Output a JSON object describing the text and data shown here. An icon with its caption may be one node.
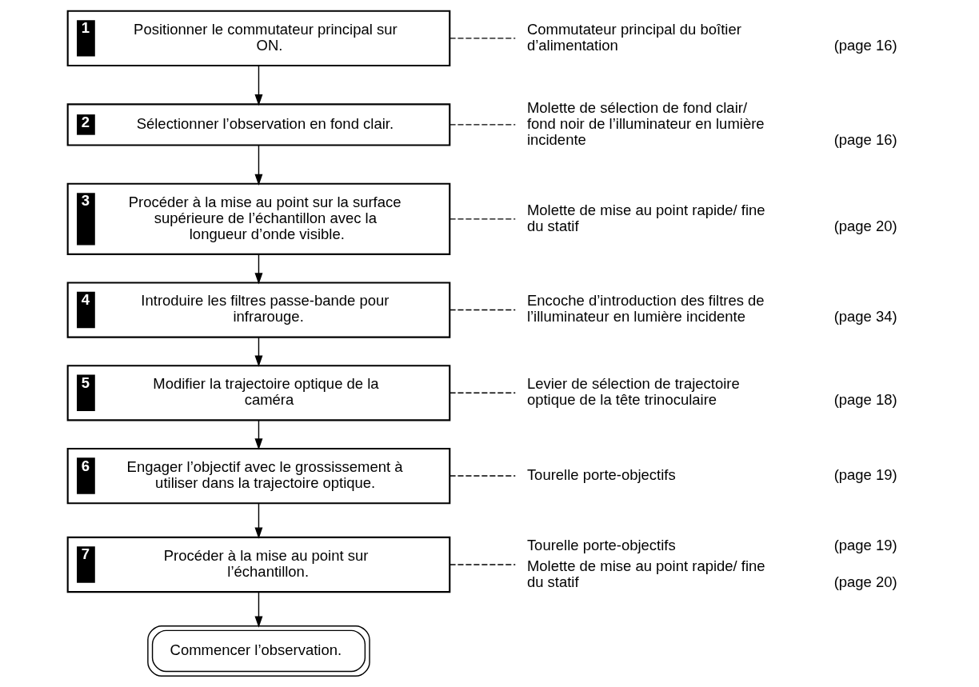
{
  "diagram": {
    "nodes": [
      {
        "text": [
          "1",
          "Positionner le commutateur principal sur ON."
        ]
      },
      {
        "text": [
          "Commutateur principal du boîtier d’alimentation"
        ],
        "beside": [
          "(page 16)"
        ]
      },
      {
        "text": [
          "2",
          "Sélectionner l’observation en fond clair."
        ]
      },
      {
        "text": [
          "Molette de sélection de fond clair/ fond noir de l’illuminateur en lumière incidente"
        ],
        "beside": [
          "(page 16)"
        ]
      },
      {
        "text": [
          "3",
          "Procéder à la mise au point sur la surface supérieure de l’échantillon avec la longueur d’onde visible."
        ]
      },
      {
        "text": [
          "Molette de mise au point rapide/ fine du statif"
        ],
        "beside": [
          "(page 20)"
        ]
      },
      {
        "text": [
          "4",
          "Introduire les filtres passe-bande pour infrarouge."
        ]
      },
      {
        "text": [
          "Encoche d’introduction des filtres de l’illuminateur en lumière incidente"
        ],
        "beside": [
          "(page 34)"
        ]
      },
      {
        "text": [
          "5",
          "Modifier la trajectoire optique de la caméra"
        ]
      },
      {
        "text": [
          "Levier de sélection de trajectoire optique de la tête trinoculaire"
        ],
        "beside": [
          "(page 18)"
        ]
      },
      {
        "text": [
          "6",
          "Engager l’objectif avec le grossissement à utiliser dans la trajectoire optique."
        ]
      },
      {
        "text": [
          "Tourelle porte-objectifs"
        ],
        "beside": [
          "(page 19)"
        ]
      },
      {
        "text": [
          "7",
          "Procéder à la mise au point sur l’échantillon."
        ]
      },
      {
        "text": [
          "Tourelle porte-objectifs",
          "Molette de mise au point rapide/ fine du statif"
        ],
        "beside": [
          "(page 19)",
          "(page 20)"
        ]
      },
      {
        "text": [
          "Commencer l’observation."
        ]
      }
    ],
    "edges": [
      {
        "from": 0,
        "to": 1,
        "arrow": "none",
        "style": "dashed"
      },
      {
        "from": 0,
        "to": 2,
        "arrow": "to"
      },
      {
        "from": 2,
        "to": 3,
        "arrow": "none",
        "style": "dashed"
      },
      {
        "from": 2,
        "to": 4,
        "arrow": "to"
      },
      {
        "from": 4,
        "to": 5,
        "arrow": "none",
        "style": "dashed"
      },
      {
        "from": 4,
        "to": 6,
        "arrow": "to"
      },
      {
        "from": 6,
        "to": 7,
        "arrow": "none",
        "style": "dashed"
      },
      {
        "from": 6,
        "to": 8,
        "arrow": "to"
      },
      {
        "from": 8,
        "to": 9,
        "arrow": "none",
        "style": "dashed"
      },
      {
        "from": 8,
        "to": 10,
        "arrow": "to"
      },
      {
        "from": 10,
        "to": 11,
        "arrow": "none",
        "style": "dashed"
      },
      {
        "from": 10,
        "to": 12,
        "arrow": "to"
      },
      {
        "from": 12,
        "to": 13,
        "arrow": "none",
        "style": "dashed"
      },
      {
        "from": 12,
        "to": 14,
        "arrow": "to"
      }
    ]
  }
}
